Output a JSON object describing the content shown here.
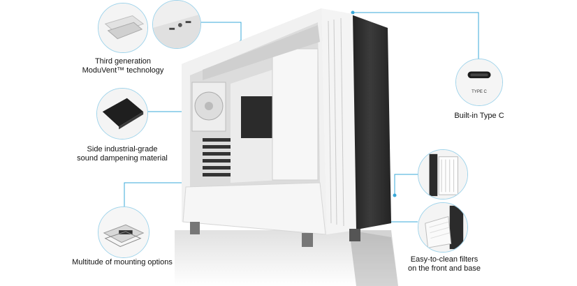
{
  "callouts": {
    "moduvent": {
      "line1": "Third generation",
      "line2": "ModuVent™ technology"
    },
    "type_c": {
      "label": "Built-in Type C",
      "port_text": "TYPE C"
    },
    "sound": {
      "line1": "Side industrial-grade",
      "line2": "sound dampening material"
    },
    "mounting": {
      "label": "Multitude of mounting options"
    },
    "filters": {
      "line1": "Easy-to-clean filters",
      "line2": "on the front and base"
    }
  },
  "colors": {
    "accent_line": "#3aa8d8",
    "case_white": "#f2f2f2",
    "front_panel": "#2b2b2b"
  },
  "icons": [
    "type-c-port-icon"
  ]
}
